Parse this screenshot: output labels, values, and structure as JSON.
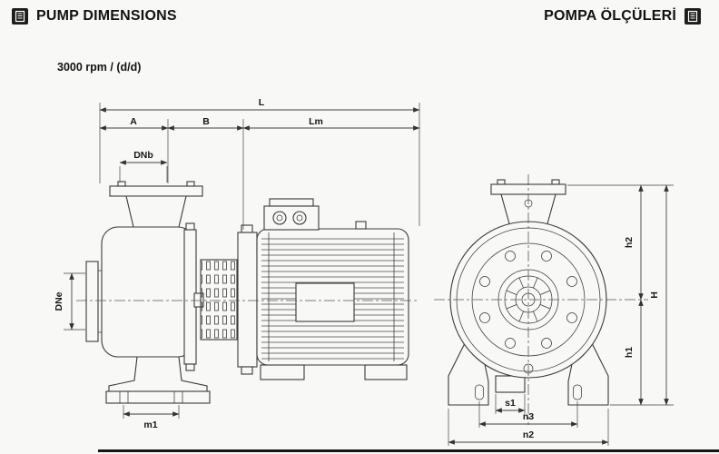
{
  "colors": {
    "background": "#f8f8f6",
    "ink": "#121212",
    "line": "#3a3a3a"
  },
  "header": {
    "left": {
      "icon": "document-icon",
      "title": "PUMP DIMENSIONS"
    },
    "right": {
      "title": "POMPA ÖLÇÜLERİ",
      "icon": "document-icon"
    }
  },
  "drawing": {
    "subtitle": "3000 rpm / (d/d)",
    "labels": {
      "L": "L",
      "A": "A",
      "B": "B",
      "Lm": "Lm",
      "DNb": "DNb",
      "DNe": "DNe",
      "m1": "m1",
      "s1": "s1",
      "n3": "n3",
      "n2": "n2",
      "h1": "h1",
      "h2": "h2",
      "H": "H"
    }
  }
}
